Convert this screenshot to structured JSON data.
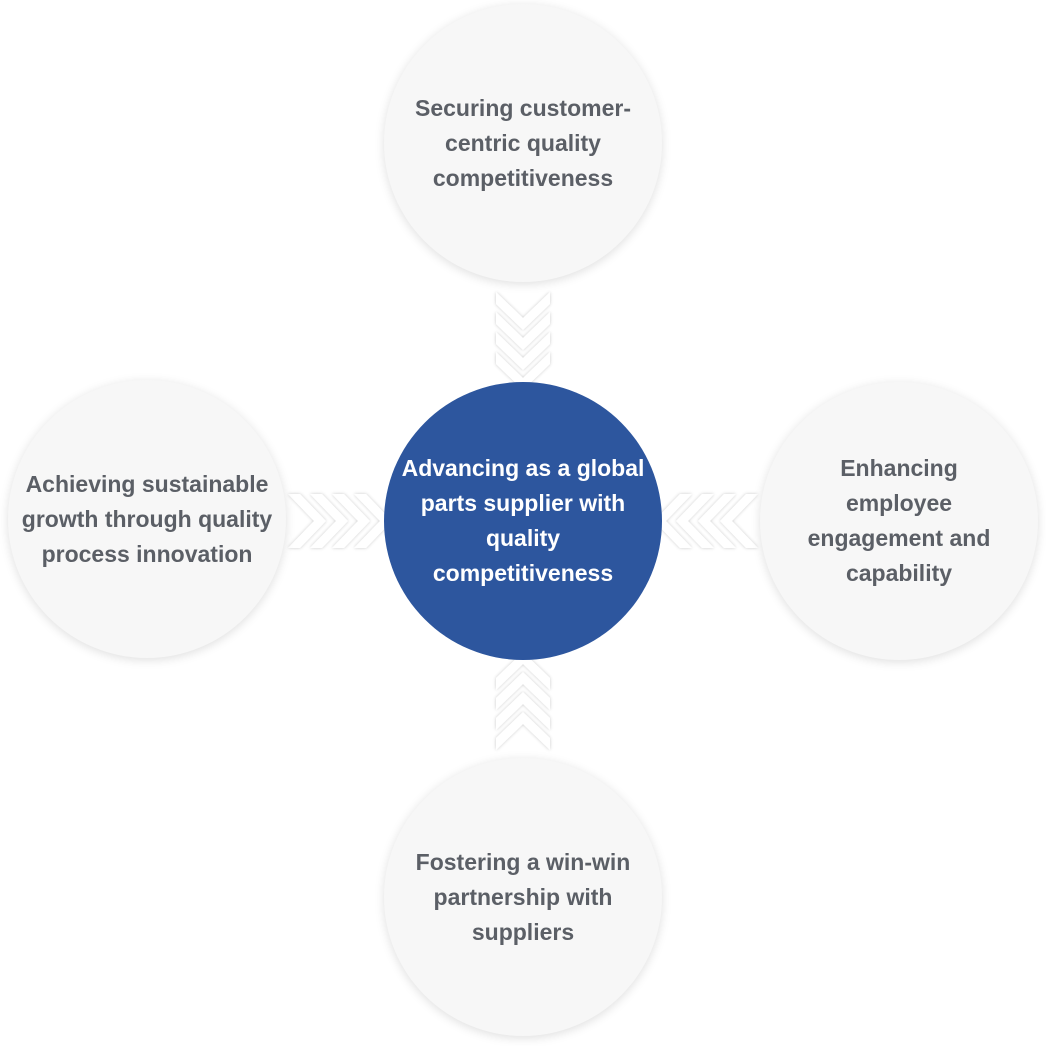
{
  "diagram": {
    "center": {
      "label": "Advancing as a global parts supplier with quality competitiveness",
      "color": "#2d569e"
    },
    "nodes": [
      {
        "id": "top",
        "label": "Securing customer-centric quality competitiveness"
      },
      {
        "id": "left",
        "label": "Achieving sustainable growth through quality process innovation"
      },
      {
        "id": "right",
        "label": "Enhancing employee engagement and capability"
      },
      {
        "id": "bottom",
        "label": "Fostering a win-win partnership with suppliers"
      }
    ],
    "arrow_color": "#ffffff",
    "node_color": "#f7f7f7",
    "text_color": "#5b5f66"
  }
}
